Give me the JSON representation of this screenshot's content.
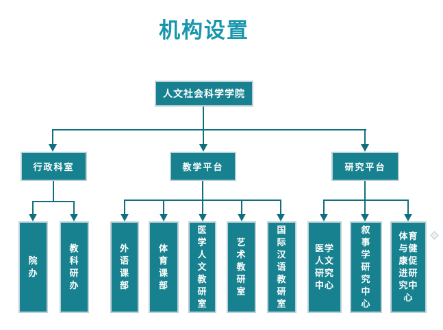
{
  "title": "机构设置",
  "colors": {
    "accent": "#1796AC",
    "node_fill": "#17818F",
    "node_border": "#BCD2D8",
    "line": "#0F6F7F",
    "node_text": "#FFFFFF"
  },
  "org": {
    "root": {
      "label": "人文社会科学学院"
    },
    "level2": [
      {
        "label": "行政科室"
      },
      {
        "label": "教学平台"
      },
      {
        "label": "研究平台"
      }
    ],
    "level3": [
      {
        "label": "院\n办"
      },
      {
        "label": "教\n科\n研\n办"
      },
      {
        "label": "外\n语\n课\n部"
      },
      {
        "label": "体\n育\n课\n部"
      },
      {
        "label": "医\n学\n人\n文\n教\n研\n室"
      },
      {
        "label": "艺\n术\n教\n研\n室"
      },
      {
        "label": "国\n际\n汉\n语\n教\n研\n室"
      },
      {
        "label": "医学\n人文\n研究\n中心"
      },
      {
        "label": "叙\n事\n学\n研\n究\n中\n心"
      },
      {
        "label": "体育\n与健\n康促\n进研\n究中\n心"
      }
    ]
  }
}
